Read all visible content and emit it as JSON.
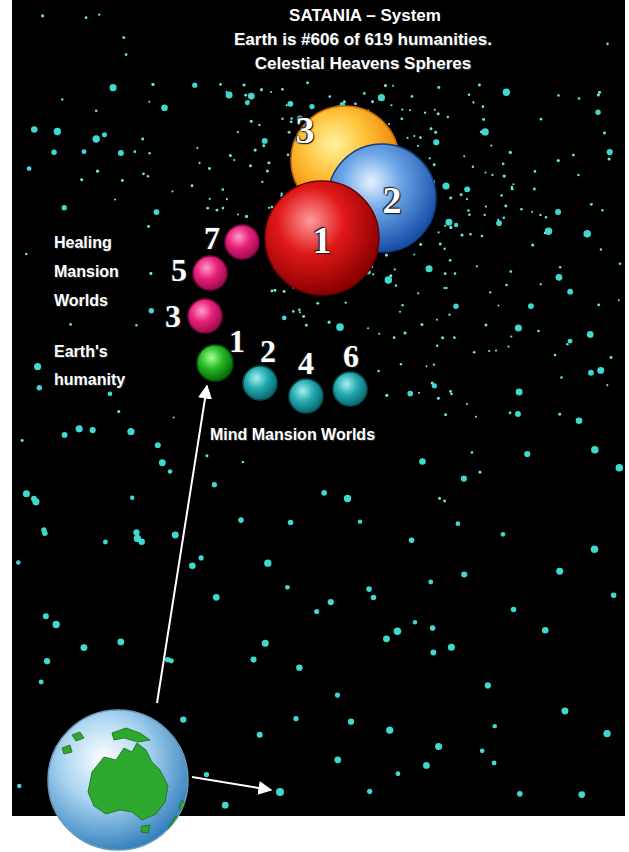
{
  "diagram": {
    "title": "SATANIA – System",
    "nodes": [
      {
        "text": [
          "3"
        ]
      },
      {
        "text": [
          "2"
        ]
      },
      {
        "text": [
          "1"
        ]
      },
      {
        "text": [
          "7"
        ]
      },
      {
        "text": [
          "5"
        ]
      },
      {
        "text": [
          "3"
        ]
      },
      {
        "text": [
          "1"
        ]
      },
      {
        "text": [
          "2"
        ]
      },
      {
        "text": [
          "4"
        ]
      },
      {
        "text": [
          "6"
        ]
      }
    ],
    "labels": [
      "Earth is #606 of 619 humanities.",
      "Celestial Heavens Spheres",
      "Healing Mansion Worlds",
      "Earth's humanity",
      "Mind Mansion Worlds"
    ]
  }
}
